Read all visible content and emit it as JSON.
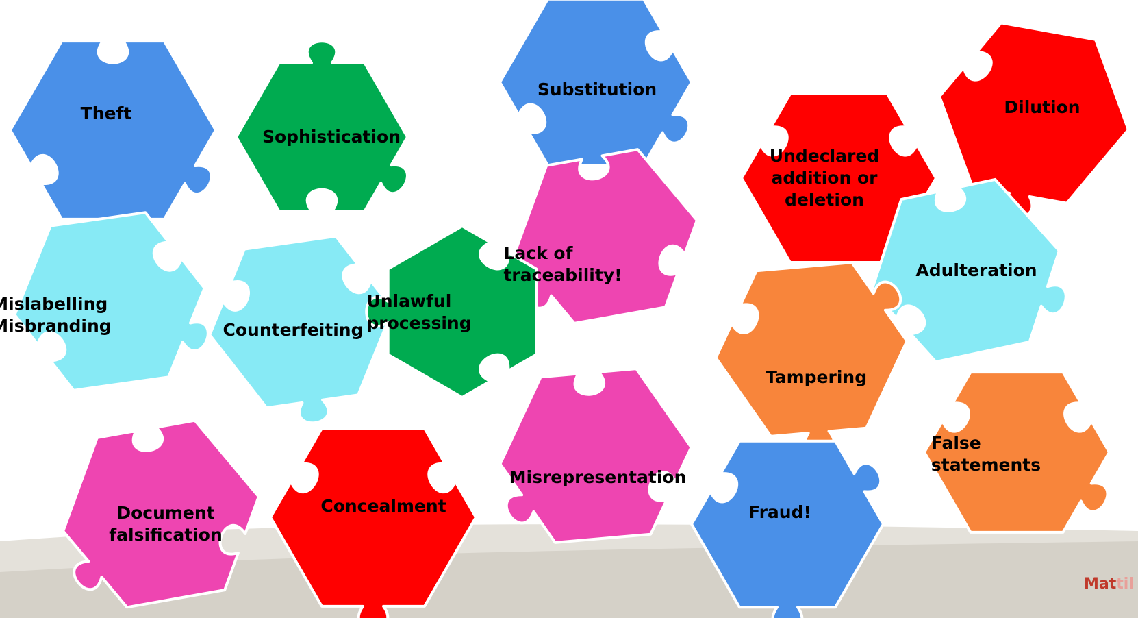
{
  "colors": {
    "blue": "#4A90E8",
    "green": "#00AB50",
    "red": "#FF0000",
    "pink": "#EE45B1",
    "light_blue": "#87EAF5",
    "orange": "#F8853B",
    "ground": "#E4E1DA"
  },
  "pieces": [
    {
      "id": "theft",
      "label": "Theft",
      "color": "blue"
    },
    {
      "id": "sophistication",
      "label": "Sophistication",
      "color": "green"
    },
    {
      "id": "substitution",
      "label": "Substitution",
      "color": "blue"
    },
    {
      "id": "dilution",
      "label": "Dilution",
      "color": "red"
    },
    {
      "id": "undeclared",
      "label": "Undeclared\naddition or\ndeletion",
      "color": "red"
    },
    {
      "id": "lack-of-traceability",
      "label": "Lack of\ntraceability!",
      "color": "pink"
    },
    {
      "id": "mislabelling",
      "label": "Mislabelling\nMisbranding",
      "color": "light_blue"
    },
    {
      "id": "counterfeiting",
      "label": "Counterfeiting",
      "color": "light_blue"
    },
    {
      "id": "unlawful-processing",
      "label": "Unlawful\nprocessing",
      "color": "green"
    },
    {
      "id": "adulteration",
      "label": "Adulteration",
      "color": "light_blue"
    },
    {
      "id": "tampering",
      "label": "Tampering",
      "color": "orange"
    },
    {
      "id": "false-statements",
      "label": "False\nstatements",
      "color": "orange"
    },
    {
      "id": "document-falsification",
      "label": "Document\nfalsification",
      "color": "pink"
    },
    {
      "id": "concealment",
      "label": "Concealment",
      "color": "red"
    },
    {
      "id": "misrepresentation",
      "label": "Misrepresentation",
      "color": "pink"
    },
    {
      "id": "fraud",
      "label": "Fraud!",
      "color": "blue"
    }
  ],
  "footer": {
    "strong": "Mat",
    "light": "til"
  }
}
